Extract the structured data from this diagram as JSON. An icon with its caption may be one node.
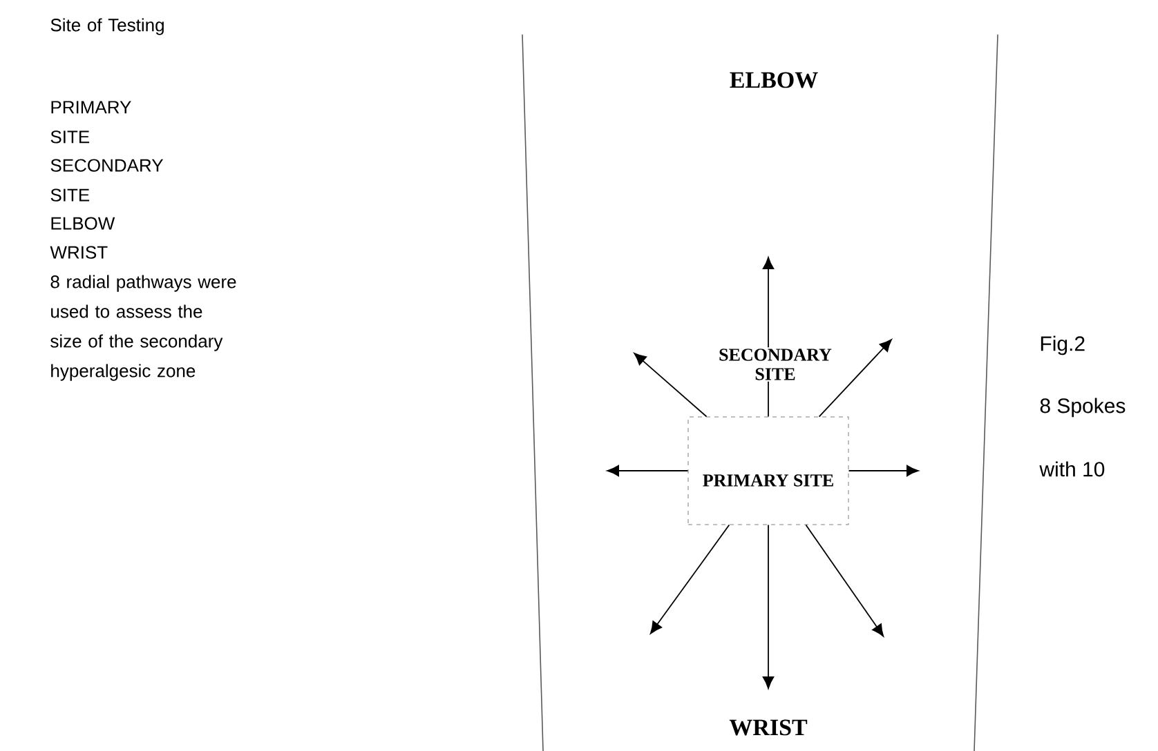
{
  "diagram": {
    "nodes": [
      {
        "text": [
          "PRIMARY SITE"
        ]
      }
    ],
    "labels": [
      "Site of Testing",
      "PRIMARY SITE",
      "SECONDARY SITE",
      "ELBOW",
      "WRIST",
      "8 radial pathways were used to assess the size of the secondary hyperalgesic zone",
      "ELBOW",
      "SECONDARY SITE",
      "Fig.2",
      "8 Spokes",
      "with 10",
      "WRIST"
    ]
  }
}
